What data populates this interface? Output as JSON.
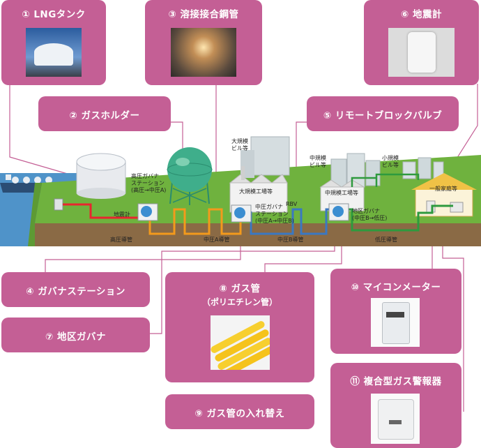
{
  "cards": {
    "c1": "① LNGタンク",
    "c2": "② ガスホルダー",
    "c3": "③ 溶接接合鋼管",
    "c4": "④ ガバナステーション",
    "c5": "⑤ リモートブロックバルブ",
    "c6": "⑥ 地震計",
    "c7": "⑦ 地区ガバナ",
    "c8": "⑧ ガス管",
    "c8sub": "（ポリエチレン管）",
    "c9": "⑨ ガス管の入れ替え",
    "c10": "⑩ マイコンメーター",
    "c11": "⑪ 複合型ガス警報器"
  },
  "labels": {
    "gov_hp_1": "高圧ガバナ",
    "gov_hp_2": "ステーション",
    "gov_hp_3": "(高圧→中圧A)",
    "seismo": "地震計",
    "hp_pipe": "高圧導管",
    "mpa_pipe": "中圧A導管",
    "mpb_pipe": "中圧B導管",
    "lp_pipe": "低圧導管",
    "large_bldg_1": "大規模",
    "large_bldg_2": "ビル等",
    "large_factory": "大規模工場等",
    "gov_mp_1": "中圧ガバナ",
    "gov_mp_2": "ステーション",
    "gov_mp_3": "(中圧A→中圧B)",
    "rbv": "RBV",
    "mid_bldg_1": "中規模",
    "mid_bldg_2": "ビル等",
    "mid_factory": "中規模工場等",
    "district_gov_1": "地区ガバナ",
    "district_gov_2": "(中圧B→低圧)",
    "small_bldg_1": "小規模",
    "small_bldg_2": "ビル等",
    "home": "一般家庭等"
  },
  "colors": {
    "card": "#c45f95",
    "ground": "#6fb23e",
    "soil": "#8a6a45",
    "sea": "#4f93c9",
    "pipe_hp": "#e8262f",
    "pipe_mpa": "#f39a1c",
    "pipe_mpb": "#3a78c2",
    "pipe_lp": "#2e9a3e",
    "leader": "#c45f95"
  },
  "icons": {
    "lng_photo": "lng-tank-photo",
    "welding_photo": "welding-photo",
    "seismometer_photo": "seismometer-photo",
    "pe_pipe_photo": "polyethylene-pipe-photo",
    "meter_photo": "gas-meter-photo",
    "alarm_photo": "gas-alarm-photo"
  }
}
